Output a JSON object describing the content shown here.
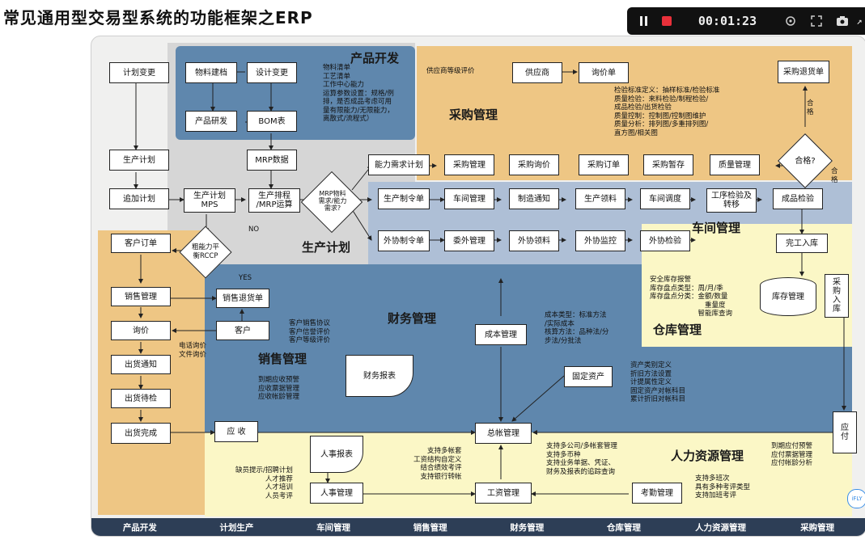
{
  "title": "常见通用型交易型系统的功能框架之ERP",
  "toolbar": {
    "timer": "00:01:23"
  },
  "regions": {
    "product_dev": "产品开发",
    "purchase": "采购管理",
    "workshop": "车间管理",
    "production_plan": "生产计划",
    "finance": "财务管理",
    "warehouse": "仓库管理",
    "sales": "销售管理",
    "hr": "人力资源管理"
  },
  "boxes": {
    "plan_change": "计划变更",
    "material_file": "物料建档",
    "design_change": "设计变更",
    "product_rd": "产品研发",
    "bom": "BOM表",
    "mrp_data": "MRP数据",
    "production_plan_box": "生产计划",
    "add_plan": "追加计划",
    "mps": "生产计划\nMPS",
    "schedule_mrp": "生产排程\n/MRP运算",
    "mrp_decision": "MRP物料\n需求/能力\n需求?",
    "rccp": "粗能力平\n衡RCCP",
    "customer_order": "客户订单",
    "sales_mgmt": "销售管理",
    "sales_return": "销售退货单",
    "inquiry": "询价",
    "customer": "客户",
    "ship_notice": "出货通知",
    "ship_wait": "出货待检",
    "ship_done": "出货完成",
    "receivable": "应 收",
    "supplier": "供应商",
    "inquiry_sheet": "询价单",
    "purchase_return": "采购退货单",
    "capacity_plan": "能力需求计划",
    "purchase_mgmt": "采购管理",
    "purchase_inquiry": "采购询价",
    "purchase_order": "采购订单",
    "purchase_hold": "采购暂存",
    "quality_mgmt": "质量管理",
    "qualified": "合格?",
    "prod_order": "生产制令单",
    "ws_mgmt": "车间管理",
    "mfg_notice": "制造通知",
    "prod_pick": "生产领料",
    "ws_dispatch": "车间调度",
    "process_check": "工序检验及\n转移",
    "product_check": "成品检验",
    "out_order": "外协制令单",
    "out_mgmt": "委外管理",
    "out_pick": "外协领料",
    "out_monitor": "外协监控",
    "out_check": "外协检验",
    "complete_in": "完工入库",
    "purchase_in": "采\n购\n入\n库",
    "inventory": "库存管理",
    "cost_mgmt": "成本管理",
    "fin_report": "财务报表",
    "fixed_asset": "固定资产",
    "ledger": "总帐管理",
    "payable": "应\n付",
    "hr_report": "人事报表",
    "hr_mgmt": "人事管理",
    "payroll": "工资管理",
    "attendance": "考勤管理"
  },
  "notes": {
    "product_dev": "物料清单\n工艺清单\n工作中心能力\n运算参数设置：规格/例\n排，是否成品考虑可用\n量有限能力/无限能力，\n离散式/流程式）",
    "supplier_eval": "供应商等级评价",
    "quality": "检验标准定义：抽样标准/检验标准\n质量检验：来料检验/制程检验/\n成品检验/出货检验\n质量控制：控制图/控制图维护\n质量分析：排列图/多重排列图/\n直方图/相关图",
    "qualified_yes": "合\n格",
    "qualified_no": "合\n格",
    "no": "NO",
    "yes": "YES",
    "warehouse": "安全库存报警\n库存盘点类型：周/月/季\n库存盘点分类：金额/数量\n　　　　　　　　重量度\n　　　　　　　智能库查询",
    "cost": "成本类型：标准方法\n/实际成本\n核算方法：品种法/分\n步法/分批法",
    "customer": "客户销售协议\n客户信誉评价\n客户等级评价",
    "inquiry": "电话询价\n文件询价",
    "receivable": "到期应收预警\n应收票据管理\n应收帐龄管理",
    "fixed_asset": "资产类别定义\n折旧方法设置\n计提属性定义\n固定资产对帐科目\n累计折旧对帐科目",
    "ledger": "支持多公司/多帐套管理\n支持多币种\n支持业务单据、凭证、\n财务及报表的追踪查询",
    "payroll": "支持多帐套\n工资结构自定义\n结合绩效考评\n支持银行转帐",
    "hr": "缺员提示/招聘计划\n人才推荐\n人才培训\n人员考评",
    "attendance": "支持多班次\n具有多种考评类型\n支持加班考评",
    "payable": "到期应付预警\n应付票据管理\n应付帐龄分析",
    "badge": "iFLY"
  },
  "bottom_bar": [
    "产品开发",
    "计划生产",
    "车间管理",
    "销售管理",
    "财务管理",
    "仓库管理",
    "人力资源管理",
    "采购管理"
  ],
  "colors": {
    "tan": "#eec684",
    "steel": "#5f87ad",
    "lightblue": "#aebfd6",
    "cream": "#fbf7c6",
    "grey": "#d6d6d6",
    "bar": "#2d3e56"
  }
}
